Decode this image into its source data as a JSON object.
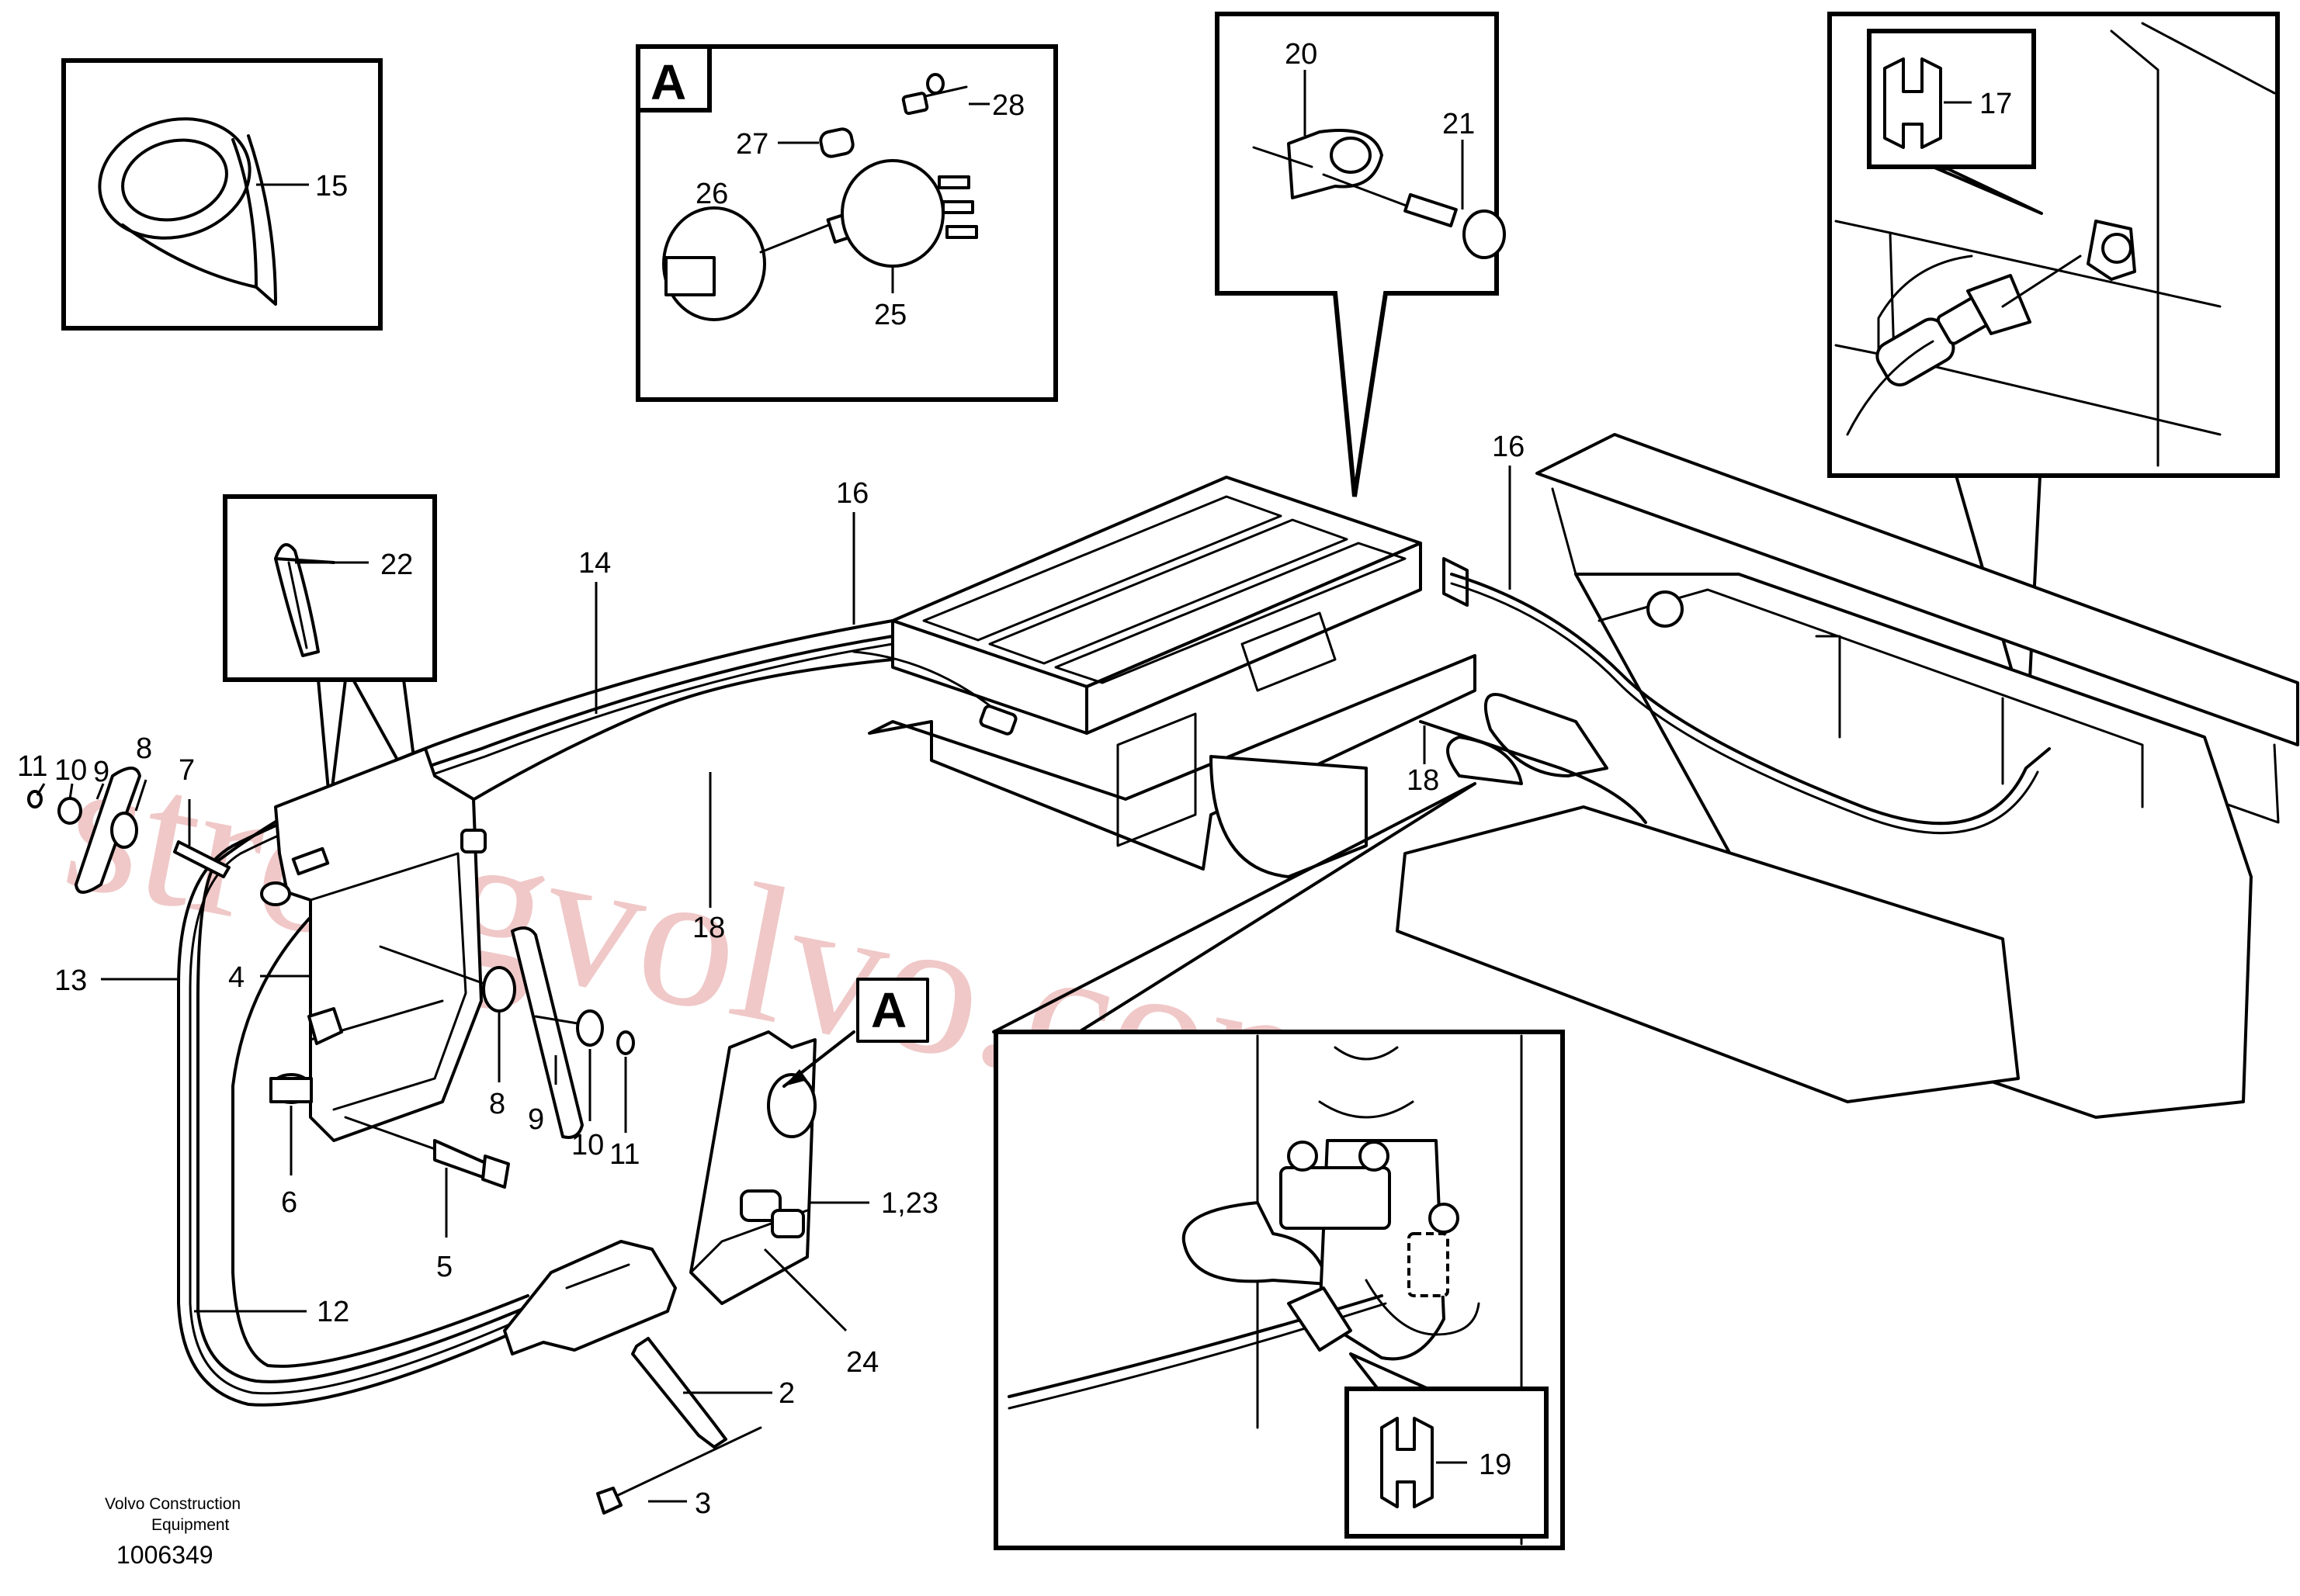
{
  "labels": {
    "l15": "15",
    "l27": "27",
    "l28": "28",
    "l26": "26",
    "l25": "25",
    "l20": "20",
    "l21": "21",
    "l17": "17",
    "l22": "22",
    "l14": "14",
    "l16a": "16",
    "l16b": "16",
    "l11a": "11",
    "l10a": "10",
    "l9a": "9",
    "l8a": "8",
    "l7": "7",
    "l18a": "18",
    "l18b": "18",
    "l13": "13",
    "l4": "4",
    "l8b": "8",
    "l9b": "9",
    "l10b": "10",
    "l11b": "11",
    "l6": "6",
    "l5": "5",
    "l123": "1,23",
    "l24": "24",
    "l12": "12",
    "l2": "2",
    "l3": "3",
    "l19": "19"
  },
  "view_marks": {
    "detail_a_box": "A",
    "detail_a_ref": "A"
  },
  "footer": {
    "company_line1": "Volvo Construction",
    "company_line2": "Equipment",
    "drawing_number": "1006349"
  },
  "watermark": "strongvolvo.com"
}
